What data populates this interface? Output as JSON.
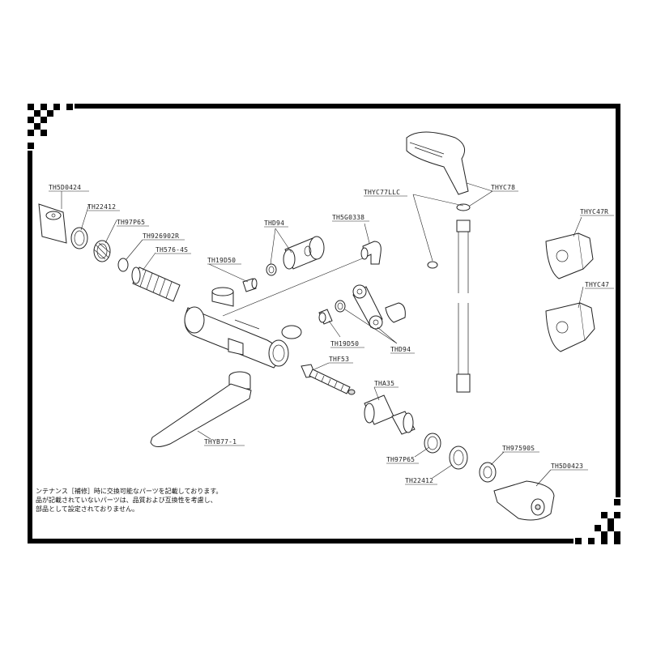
{
  "labels": {
    "th5d0424": "TH5D0424",
    "th22412_top": "TH22412",
    "th97p65_top": "TH97P65",
    "th926902r": "TH926902R",
    "th576_4s": "TH576-4S",
    "th19d50_top": "TH19D50",
    "thd94_top": "THD94",
    "th5g0338": "TH5G0338",
    "thyc77llc": "THYC77LLC",
    "thyc78": "THYC78",
    "thyc47r": "THYC47R",
    "thyc47": "THYC47",
    "th19d50_mid": "TH19D50",
    "thd94_mid": "THD94",
    "thf53": "THF53",
    "tha35": "THA35",
    "thyb77_1": "THYB77-1",
    "th97p65_bot": "TH97P65",
    "th22412_bot": "TH22412",
    "th97590s": "TH97590S",
    "th5d0423": "TH5D0423"
  },
  "notes": [
    "ンテナンス［補修］時に交換可能なパーツを記載しております。",
    "品が記載されていないパーツは、品質および互換性を考慮し、",
    "部品として設定されておりません。"
  ]
}
